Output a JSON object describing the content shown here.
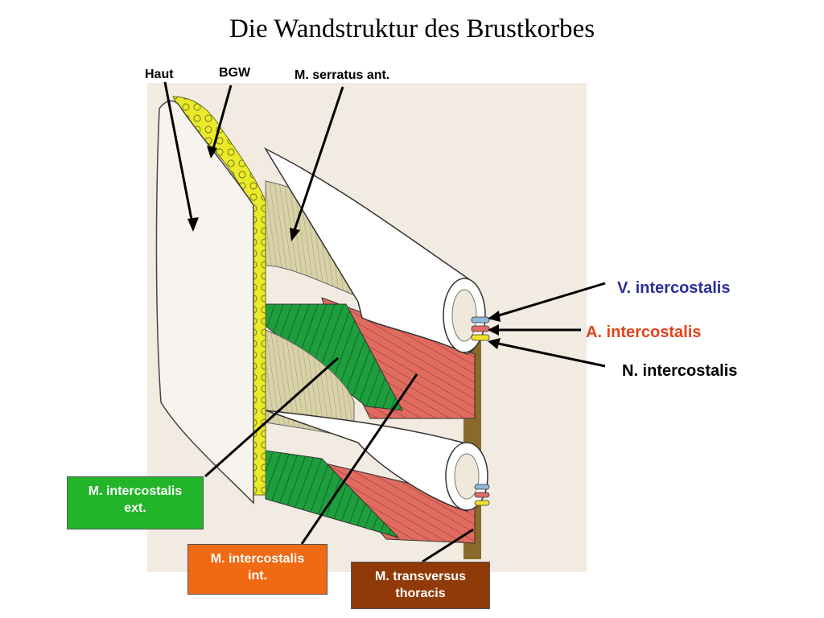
{
  "title": "Die Wandstruktur des Brustkorbes",
  "labels": {
    "haut": "Haut",
    "bgw": "BGW",
    "serratus": "M. serratus ant.",
    "vena": "V. intercostalis",
    "arteria": "A. intercostalis",
    "nervus": "N. intercostalis"
  },
  "boxes": {
    "ext": {
      "line1": "M. intercostalis",
      "line2": "ext."
    },
    "int": {
      "line1": "M. intercostalis",
      "line2": "int."
    },
    "transversus": {
      "line1": "M. transversus",
      "line2": "thoracis"
    }
  },
  "colors": {
    "vena_label": "#2b2e9c",
    "arteria_label": "#e3421b",
    "ext_box": "#22b52a",
    "int_box": "#f06a14",
    "transversus_box": "#8f3a07",
    "external_muscle": "#1f9e3d",
    "internal_muscle": "#e06b5f",
    "serratus_muscle": "#d9d2a8",
    "fat_layer": "#eaea2a",
    "skin": "#f7f3ee",
    "rib": "#ffffff",
    "transversus_muscle": "#8a6a2a",
    "background_panel": "#f2ebe2"
  }
}
